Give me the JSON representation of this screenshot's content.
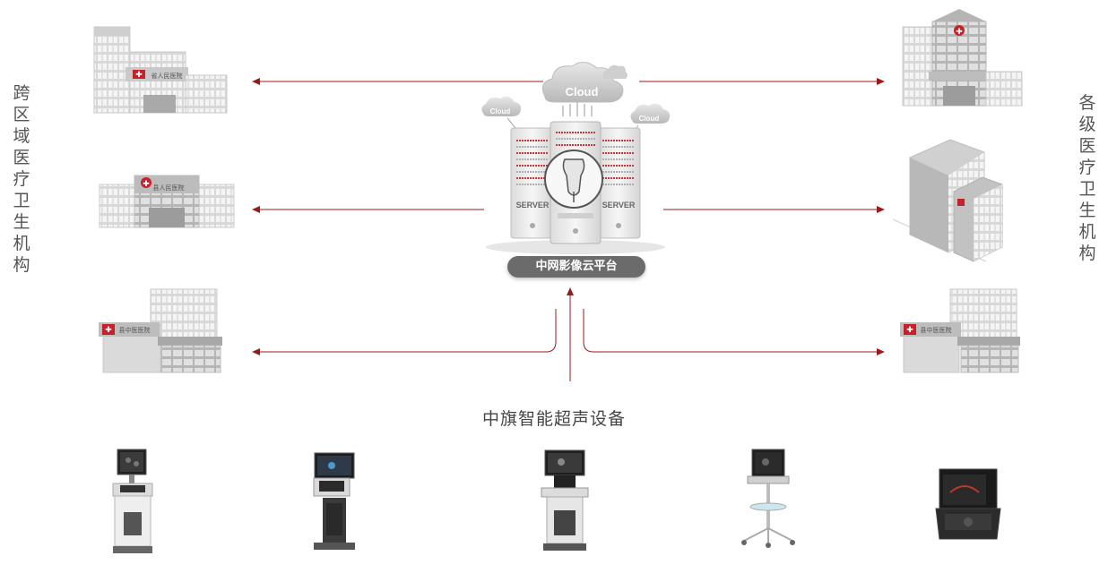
{
  "left_label": "跨区域医疗卫生机构",
  "right_label": "各级医疗卫生机构",
  "platform_label": "中网影像云平台",
  "devices_title": "中旗智能超声设备",
  "cloud_main": "Cloud",
  "cloud_small_left": "Cloud",
  "cloud_small_right": "Cloud",
  "server_left": "SERVER",
  "server_right": "SERVER",
  "hospital_signs": {
    "left_top": "省人民医院",
    "left_mid": "县人民医院",
    "left_bottom": "县中医医院",
    "right_bottom": "县中医医院"
  },
  "colors": {
    "arrow": "#9b1b1b",
    "building_light": "#e3e3e3",
    "building_mid": "#c9c9c9",
    "building_dark": "#a8a8a8",
    "cross": "#c4222a"
  }
}
